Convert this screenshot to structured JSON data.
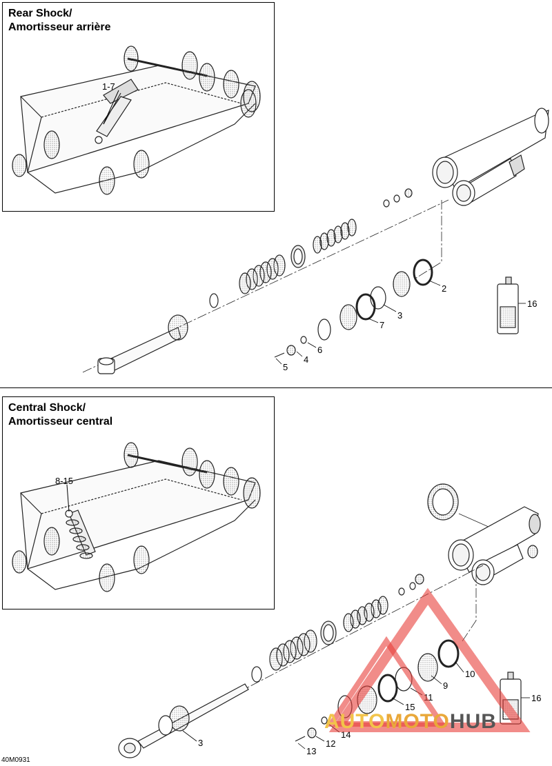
{
  "rear_panel": {
    "title_line1": "Rear Shock/",
    "title_line2": "Amortisseur arrière",
    "ref_label": "1-7"
  },
  "central_panel": {
    "title_line1": "Central Shock/",
    "title_line2": "Amortisseur central",
    "ref_label": "8-15"
  },
  "rear_callouts": [
    "2",
    "3",
    "4",
    "5",
    "6",
    "7",
    "16"
  ],
  "central_callouts": [
    "3",
    "9",
    "10",
    "11",
    "12",
    "13",
    "14",
    "15",
    "16"
  ],
  "document_code": "40M0931",
  "watermark": {
    "part1": "AUTO",
    "part2": "MOTO",
    "part3": "HUB",
    "color_accent": "#e8403a"
  }
}
